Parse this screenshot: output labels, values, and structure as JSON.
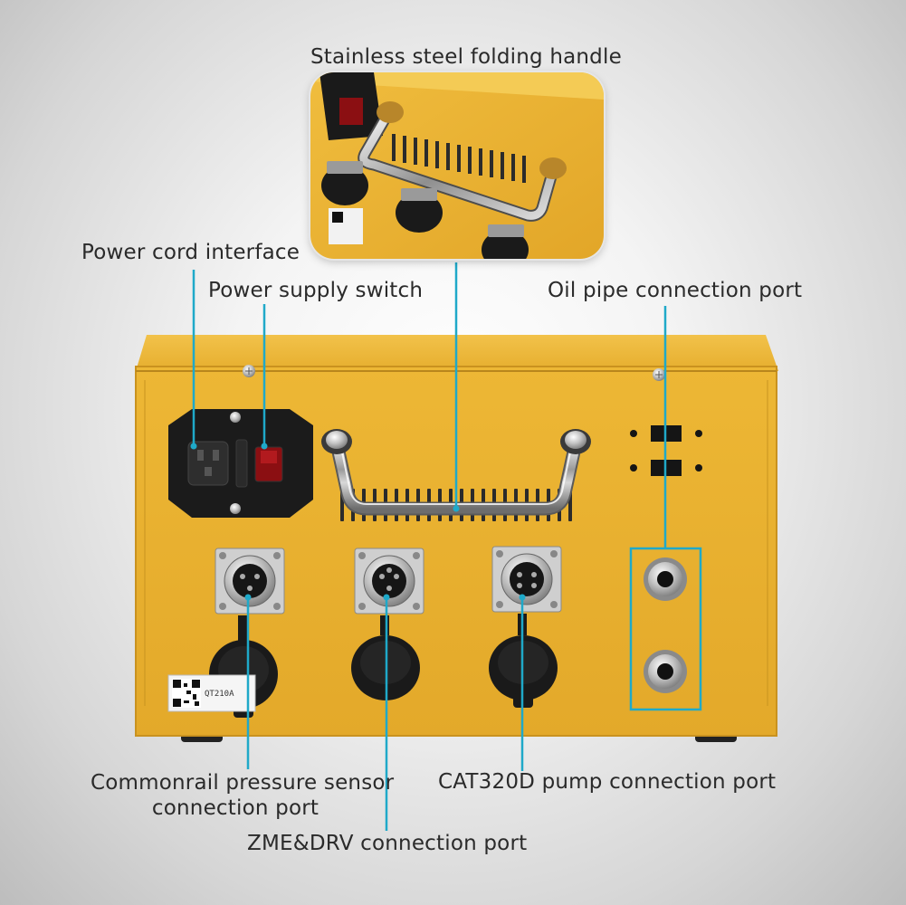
{
  "colors": {
    "body_yellow": "#E8B12F",
    "callout_line": "#1FA9C9",
    "text": "#2a2a2a"
  },
  "callouts": {
    "handle": "Stainless steel folding handle",
    "power_cord": "Power cord interface",
    "power_switch": "Power supply switch",
    "oil_pipe": "Oil pipe connection port",
    "commonrail_line1": "Commonrail pressure sensor",
    "commonrail_line2": "connection port",
    "cat320d": "CAT320D pump connection port",
    "zme_drv": "ZME&DRV connection port"
  },
  "device": {
    "serial_label": "QT210A"
  }
}
